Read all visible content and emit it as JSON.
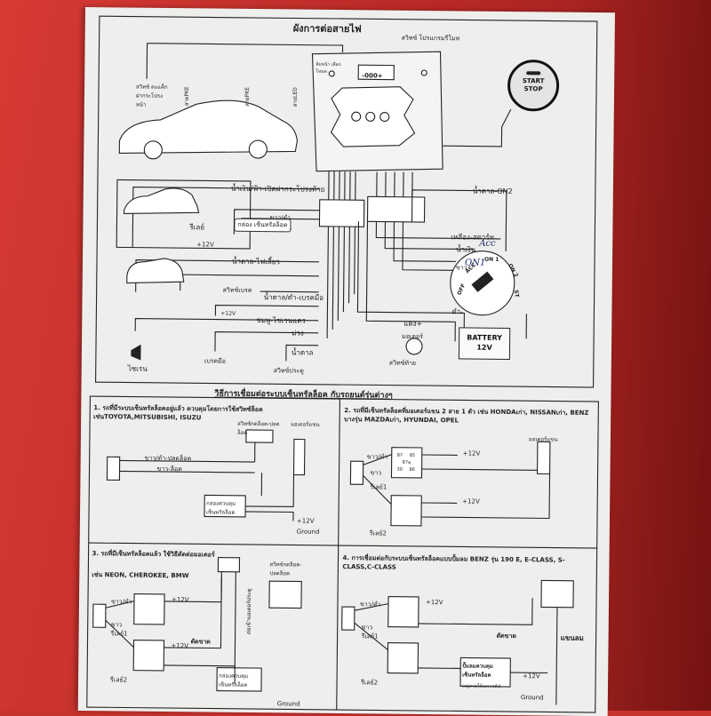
{
  "top_section": {
    "title": "ผังการต่อสายไฟ",
    "programming_switch": "สวิทซ์ โปรแกรมรีโมท",
    "hood_switch": "สวิทช์ ตะแค็กฝากระโปรงหน้า",
    "start_stop": {
      "line1": "START",
      "line2": "STOP"
    },
    "wire_ign": "สายPKE",
    "wire_led": "สายLED",
    "wire_pke2": "สายPKE",
    "led_display": "-000+",
    "led_text": "ลิ่มหน้า เลือกโหมด",
    "labels": {
      "blue_open_trunk": "น้ำเงิน/ฟ้า-เปิดฝากระโปรงท้าย",
      "brown_on2": "น้ำตาล-ON2",
      "relay": "รีเลย์",
      "plus12v_a": "+12V",
      "grey_red": "ขาว/ดำ",
      "grey_white": "ขาว",
      "lock_box": "กล่อง เซ็นทรัลล็อค",
      "yellow_start": "เหลือง-สตาร์ท",
      "blue_acc": "น้ำเงิน",
      "brown_turn": "น้ำตาล-ไฟเลี้ยว",
      "brake_switch": "สวิทช์เบรค",
      "brown_brake": "น้ำตาล/ดำ-เบรคมือ",
      "plus12v_b": "+12V",
      "pink_horn": "ชมพู-ไซเรนแตร",
      "grey_door": "ม่วง",
      "brown_door": "น้ำตาล",
      "red": "แดง+",
      "black": "ดำ-",
      "motor": "มอเตอร์",
      "horn": "ไซเรน",
      "handbrake": "เบรคมือ",
      "door_switch": "สวิทซ์ประตู",
      "trunk_switch": "สวิทซ์ท้าย",
      "battery": "BATTERY",
      "battery_v": "12V",
      "white_on1": "ขาว"
    },
    "handwritten": {
      "acc": "Acc",
      "on1": "ON1"
    },
    "ignition": {
      "off": "OFF",
      "acc": "ACC",
      "on1": "ON 1",
      "on2": "ON 2",
      "st": "ST"
    }
  },
  "bottom_title": "วิธีการเชื่อมต่อระบบเซ็นทรัลล็อค กับรถยนต์รุ่นต่างๆ",
  "panels": [
    {
      "heading": "1. รถที่มีระบบเซ็นทรัลล็อคอยู่แล้ว ควบคุมโดยการใช้สวิทซ์ล็อค เช่นTOYOTA,MITSUBISHI, ISUZU",
      "switch_label": "สวิทซ์กดล็อค-ปลดล็อค",
      "motor_label": "มอเตอร์แขน",
      "wire1": "ขาว/ดำ-ปลดล็อค",
      "wire2": "ขาว-ล็อค",
      "box": "กล่องควบคุม เซ็นทรัลล็อค",
      "v12": "+12V",
      "ground": "Ground"
    },
    {
      "heading": "2. รถที่มีเซ็นทรัลล็อคที่มอเตอร์แขน 2 สาย 1 ตัว เช่น HONDAเก่า, NISSANเก่า, BENZ บางรุ่น MAZDAเก่า, HYUNDAI, OPEL",
      "motor_label": "มอเตอร์แขน",
      "wire1": "ขาว/ดำ",
      "wire2": "ขาว",
      "relay1": "รีเลย์1",
      "relay2": "รีเลย์2",
      "v12a": "+12V",
      "v12b": "+12V",
      "pins": {
        "p87": "87",
        "p30": "30",
        "p85": "85",
        "p86": "86",
        "p87a": "87a"
      }
    },
    {
      "heading": "3. รถที่มีเซ็นทรัลล็อคแล้ว ใช้วิธีตัดต่อมอเตอร์",
      "examples": "เช่น NEON, CHEROKEE, BMW",
      "switch_label": "สวิทซ์กดล็อค-ปลดล็อค",
      "wire1": "ขาว/ดำ",
      "wire2": "ขาว",
      "relay1": "รีเลย์1",
      "relay2": "รีเลย์2",
      "cut": "ตัดขาด",
      "box": "กล่องควบคุม เซ็นทรัลล็อค",
      "v12a": "+12V",
      "v12b": "+12V",
      "ground": "Ground",
      "vert": "ต่อเข้ามอเตอร์ประตู"
    },
    {
      "heading": "4. การเชื่อมต่อกับระบบเซ็นทรัลล็อคแบบปั้มลม BENZ รุ่น 190 E, E-CLASS, S-CLASS,C-CLASS",
      "wire1": "ขาว/ดำ",
      "wire2": "ขาว",
      "relay1": "รีเลย์1",
      "relay2": "รีเลย์2",
      "cut": "ตัดขาด",
      "arm": "แขนลม",
      "box": "ปั้มลมควบคุม เซ็นทรัลล็อค",
      "box_sub": "(อยู่ภายใต้เบาะหลัง)",
      "v12a": "+12V",
      "v12b": "+12V",
      "ground": "Ground"
    }
  ],
  "colors": {
    "paper": "#eeeeec",
    "ink": "#222222",
    "handwriting": "#1b2a6e",
    "background": "#c8322e"
  }
}
